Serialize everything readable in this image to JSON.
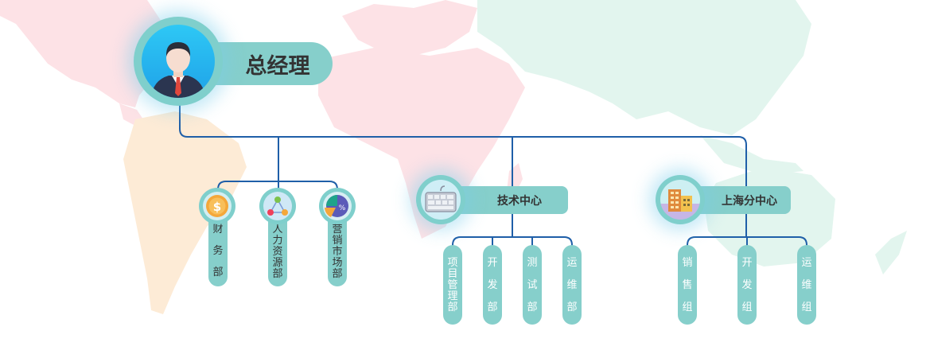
{
  "root": {
    "title": "总经理",
    "icon": "businessman-avatar-icon"
  },
  "departments": [
    {
      "id": "finance",
      "chars": [
        "财",
        "务",
        "部"
      ],
      "icon": "dollar-coin-icon"
    },
    {
      "id": "hr",
      "chars": [
        "人",
        "力",
        "资",
        "源",
        "部"
      ],
      "icon": "network-nodes-icon"
    },
    {
      "id": "marketing",
      "chars": [
        "营",
        "销",
        "市",
        "场",
        "部"
      ],
      "icon": "pie-chart-icon"
    }
  ],
  "branches": [
    {
      "id": "tech",
      "title": "技术中心",
      "icon": "keyboard-icon",
      "children": [
        {
          "id": "pm",
          "chars": [
            "项",
            "目",
            "管",
            "理",
            "部"
          ]
        },
        {
          "id": "dev",
          "chars": [
            "开",
            "发",
            "部"
          ]
        },
        {
          "id": "test",
          "chars": [
            "测",
            "试",
            "部"
          ]
        },
        {
          "id": "ops",
          "chars": [
            "运",
            "维",
            "部"
          ]
        }
      ]
    },
    {
      "id": "shanghai",
      "title": "上海分中心",
      "icon": "office-building-icon",
      "children": [
        {
          "id": "sales",
          "chars": [
            "销",
            "售",
            "组"
          ]
        },
        {
          "id": "sh-dev",
          "chars": [
            "开",
            "发",
            "组"
          ]
        },
        {
          "id": "sh-ops",
          "chars": [
            "运",
            "维",
            "组"
          ]
        }
      ]
    }
  ],
  "colors": {
    "connector": "#1f5fa8",
    "pill": "#86cfcb",
    "ring": "#7fcfcc",
    "avatar_bg": "#2cb4f0"
  }
}
